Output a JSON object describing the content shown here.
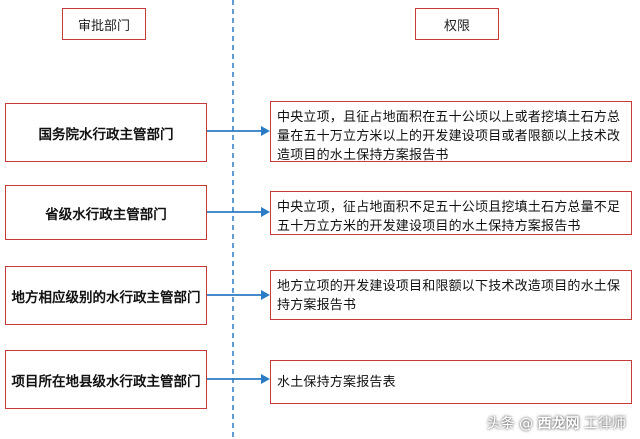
{
  "headers": {
    "left": "审批部门",
    "right": "权限"
  },
  "rows": [
    {
      "dept": "国务院水行政主管部门",
      "authority": "中央立项，且征占地面积在五十公顷以上或者挖填土石方总量在五十万立方米以上的开发建设项目或者限额以上技术改造项目的水土保持方案报告书"
    },
    {
      "dept": "省级水行政主管部门",
      "authority": "中央立项，征占地面积不足五十公顷且挖填土石方总量不足五十万立方米的开发建设项目的水土保持方案报告书"
    },
    {
      "dept": "地方相应级别的水行政主管部门",
      "authority": "地方立项的开发建设项目和限额以下技术改造项目的水土保持方案报告书"
    },
    {
      "dept": "项目所在地县级水行政主管部门",
      "authority": "水土保持方案报告表"
    }
  ],
  "watermark": {
    "prefix": "头条",
    "suffix": "@",
    "logo": "西龙网",
    "tail": "工律师"
  },
  "colors": {
    "border": "#c63a3a",
    "arrow": "#2b7cc4",
    "divider": "#2b7cc4"
  }
}
